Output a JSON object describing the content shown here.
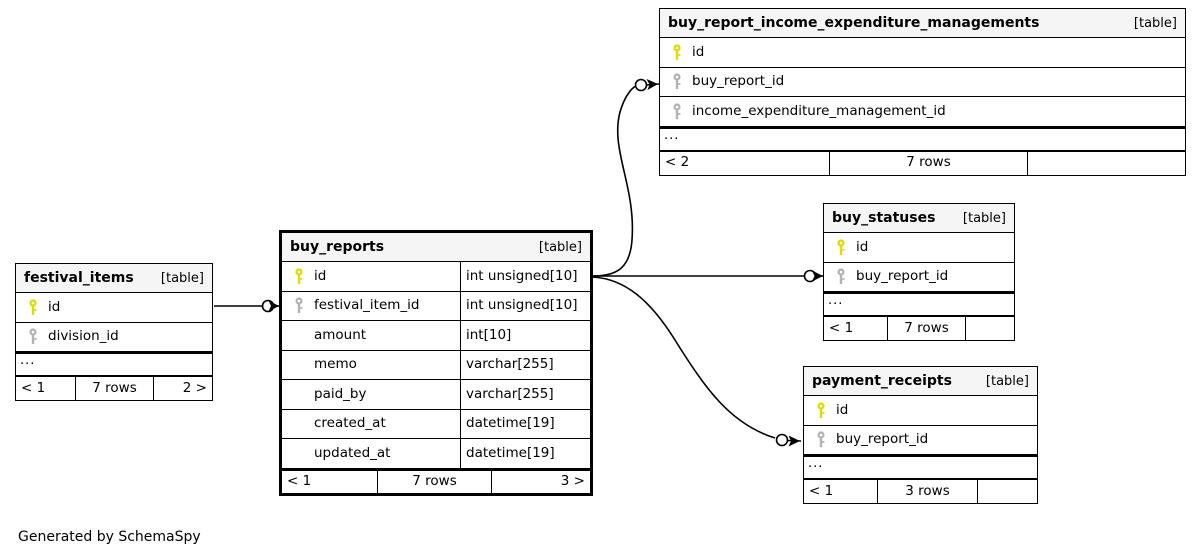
{
  "diagram": {
    "generator_credit": "Generated by SchemaSpy",
    "table_kind_label": "[table]",
    "ellipsis": "...",
    "colors": {
      "background": "#ffffff",
      "header_fill": "#f5f5f5",
      "border": "#000000",
      "primary_key_icon": "#dddd00",
      "foreign_key_icon": "#b3b3b3"
    }
  },
  "tables": [
    {
      "id": "buy_report_income_expenditure_managements",
      "name": "buy_report_income_expenditure_managements",
      "kind": "[table]",
      "emphasized": false,
      "columns": [
        {
          "key": "primary",
          "name": "id",
          "type": ""
        },
        {
          "key": "foreign",
          "name": "buy_report_id",
          "type": ""
        },
        {
          "key": "foreign",
          "name": "income_expenditure_management_id",
          "type": ""
        }
      ],
      "has_ellipsis": true,
      "footer": {
        "left": "< 2",
        "middle": "7 rows",
        "right": ""
      }
    },
    {
      "id": "buy_statuses",
      "name": "buy_statuses",
      "kind": "[table]",
      "emphasized": false,
      "columns": [
        {
          "key": "primary",
          "name": "id",
          "type": ""
        },
        {
          "key": "foreign",
          "name": "buy_report_id",
          "type": ""
        }
      ],
      "has_ellipsis": true,
      "footer": {
        "left": "< 1",
        "middle": "7 rows",
        "right": ""
      }
    },
    {
      "id": "payment_receipts",
      "name": "payment_receipts",
      "kind": "[table]",
      "emphasized": false,
      "columns": [
        {
          "key": "primary",
          "name": "id",
          "type": ""
        },
        {
          "key": "foreign",
          "name": "buy_report_id",
          "type": ""
        }
      ],
      "has_ellipsis": true,
      "footer": {
        "left": "< 1",
        "middle": "3 rows",
        "right": ""
      }
    },
    {
      "id": "buy_reports",
      "name": "buy_reports",
      "kind": "[table]",
      "emphasized": true,
      "columns": [
        {
          "key": "primary",
          "name": "id",
          "type": "int unsigned[10]"
        },
        {
          "key": "foreign",
          "name": "festival_item_id",
          "type": "int unsigned[10]"
        },
        {
          "key": "none",
          "name": "amount",
          "type": "int[10]"
        },
        {
          "key": "none",
          "name": "memo",
          "type": "varchar[255]"
        },
        {
          "key": "none",
          "name": "paid_by",
          "type": "varchar[255]"
        },
        {
          "key": "none",
          "name": "created_at",
          "type": "datetime[19]"
        },
        {
          "key": "none",
          "name": "updated_at",
          "type": "datetime[19]"
        }
      ],
      "has_ellipsis": false,
      "footer": {
        "left": "< 1",
        "middle": "7 rows",
        "right": "3 >"
      }
    },
    {
      "id": "festival_items",
      "name": "festival_items",
      "kind": "[table]",
      "emphasized": false,
      "columns": [
        {
          "key": "primary",
          "name": "id",
          "type": ""
        },
        {
          "key": "foreign",
          "name": "division_id",
          "type": ""
        }
      ],
      "has_ellipsis": true,
      "footer": {
        "left": "< 1",
        "middle": "7 rows",
        "right": "2 >"
      }
    }
  ],
  "relationships": [
    {
      "from_table": "festival_items",
      "from_column": "id",
      "to_table": "buy_reports",
      "to_column": "festival_item_id"
    },
    {
      "from_table": "buy_reports",
      "from_column": "id",
      "to_table": "buy_report_income_expenditure_managements",
      "to_column": "buy_report_id"
    },
    {
      "from_table": "buy_reports",
      "from_column": "id",
      "to_table": "buy_statuses",
      "to_column": "buy_report_id"
    },
    {
      "from_table": "buy_reports",
      "from_column": "id",
      "to_table": "payment_receipts",
      "to_column": "buy_report_id"
    }
  ]
}
